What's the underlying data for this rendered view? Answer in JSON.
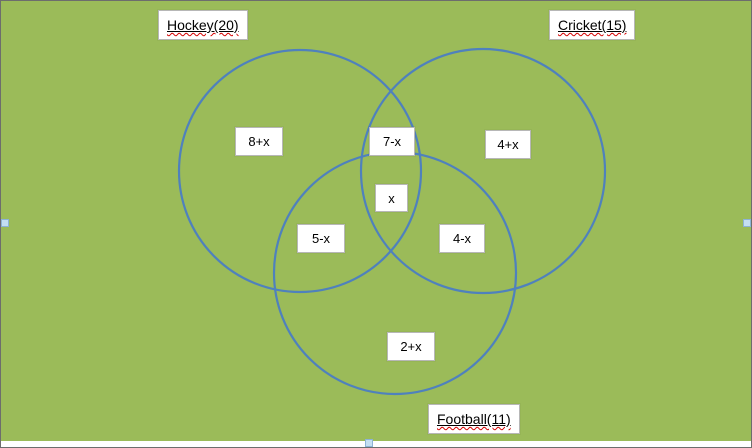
{
  "canvas": {
    "background_color": "#9BBB59",
    "circle_stroke_color": "#4F81BD",
    "box_background_color": "#FFFFFF"
  },
  "sets": [
    {
      "id": "hockey",
      "label": "Hockey(20)"
    },
    {
      "id": "cricket",
      "label": "Cricket(15)"
    },
    {
      "id": "football",
      "label": "Football(11)"
    }
  ],
  "regions": [
    {
      "id": "hockey-only",
      "value": "8+x"
    },
    {
      "id": "hockey-cricket",
      "value": "7-x"
    },
    {
      "id": "cricket-only",
      "value": "4+x"
    },
    {
      "id": "center",
      "value": "x"
    },
    {
      "id": "hockey-football",
      "value": "5-x"
    },
    {
      "id": "cricket-football",
      "value": "4-x"
    },
    {
      "id": "football-only",
      "value": "2+x"
    }
  ]
}
